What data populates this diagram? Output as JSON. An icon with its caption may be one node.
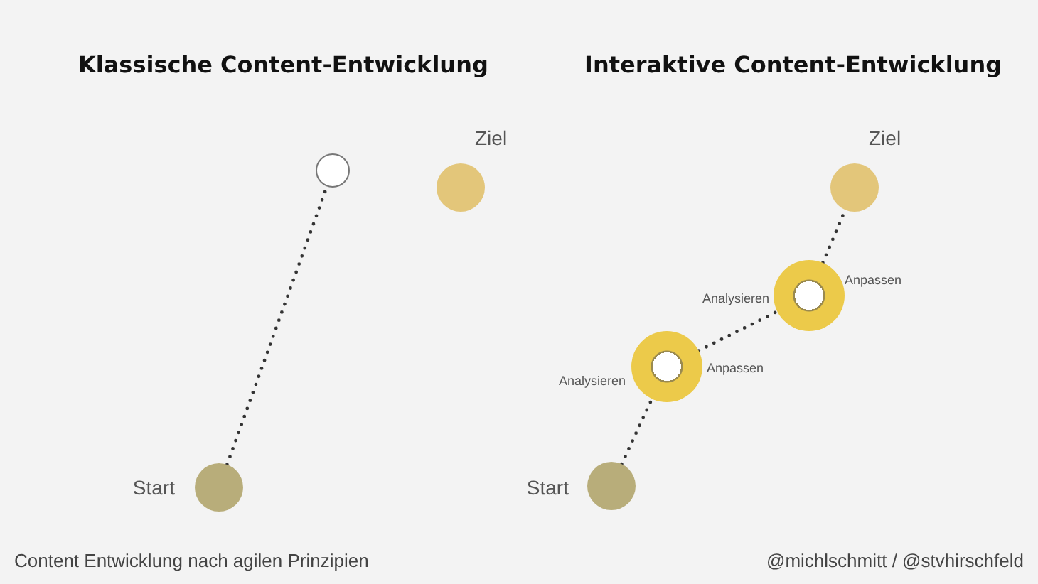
{
  "diagram": {
    "nodes": [
      {
        "text": [],
        "shape": "circle",
        "beside": [
          "Start"
        ]
      },
      {
        "text": [],
        "shape": "circle"
      },
      {
        "text": [],
        "shape": "circle",
        "beside": [
          "Ziel"
        ]
      },
      {
        "text": [],
        "shape": "circle",
        "beside": [
          "Start"
        ]
      },
      {
        "text": [],
        "shape": "circle",
        "beside": [
          "Analysieren",
          "Anpassen"
        ]
      },
      {
        "text": [],
        "shape": "circle",
        "beside": [
          "Analysieren",
          "Anpassen"
        ]
      },
      {
        "text": [],
        "shape": "circle",
        "beside": [
          "Ziel"
        ]
      }
    ],
    "edges": [
      {
        "from": 0,
        "to": 1,
        "arrow": "none",
        "style": "dashed"
      },
      {
        "from": 3,
        "to": 4,
        "arrow": "none",
        "style": "dashed"
      },
      {
        "from": 4,
        "to": 5,
        "arrow": "none",
        "style": "dashed"
      },
      {
        "from": 5,
        "to": 6,
        "arrow": "none",
        "style": "dashed"
      }
    ],
    "labels": [
      "Klassische Content-Entwicklung",
      "Interaktive Content-Entwicklung",
      "Content Entwicklung nach agilen Prinzipien",
      "@michlschmitt / @stvhirschfeld"
    ]
  }
}
